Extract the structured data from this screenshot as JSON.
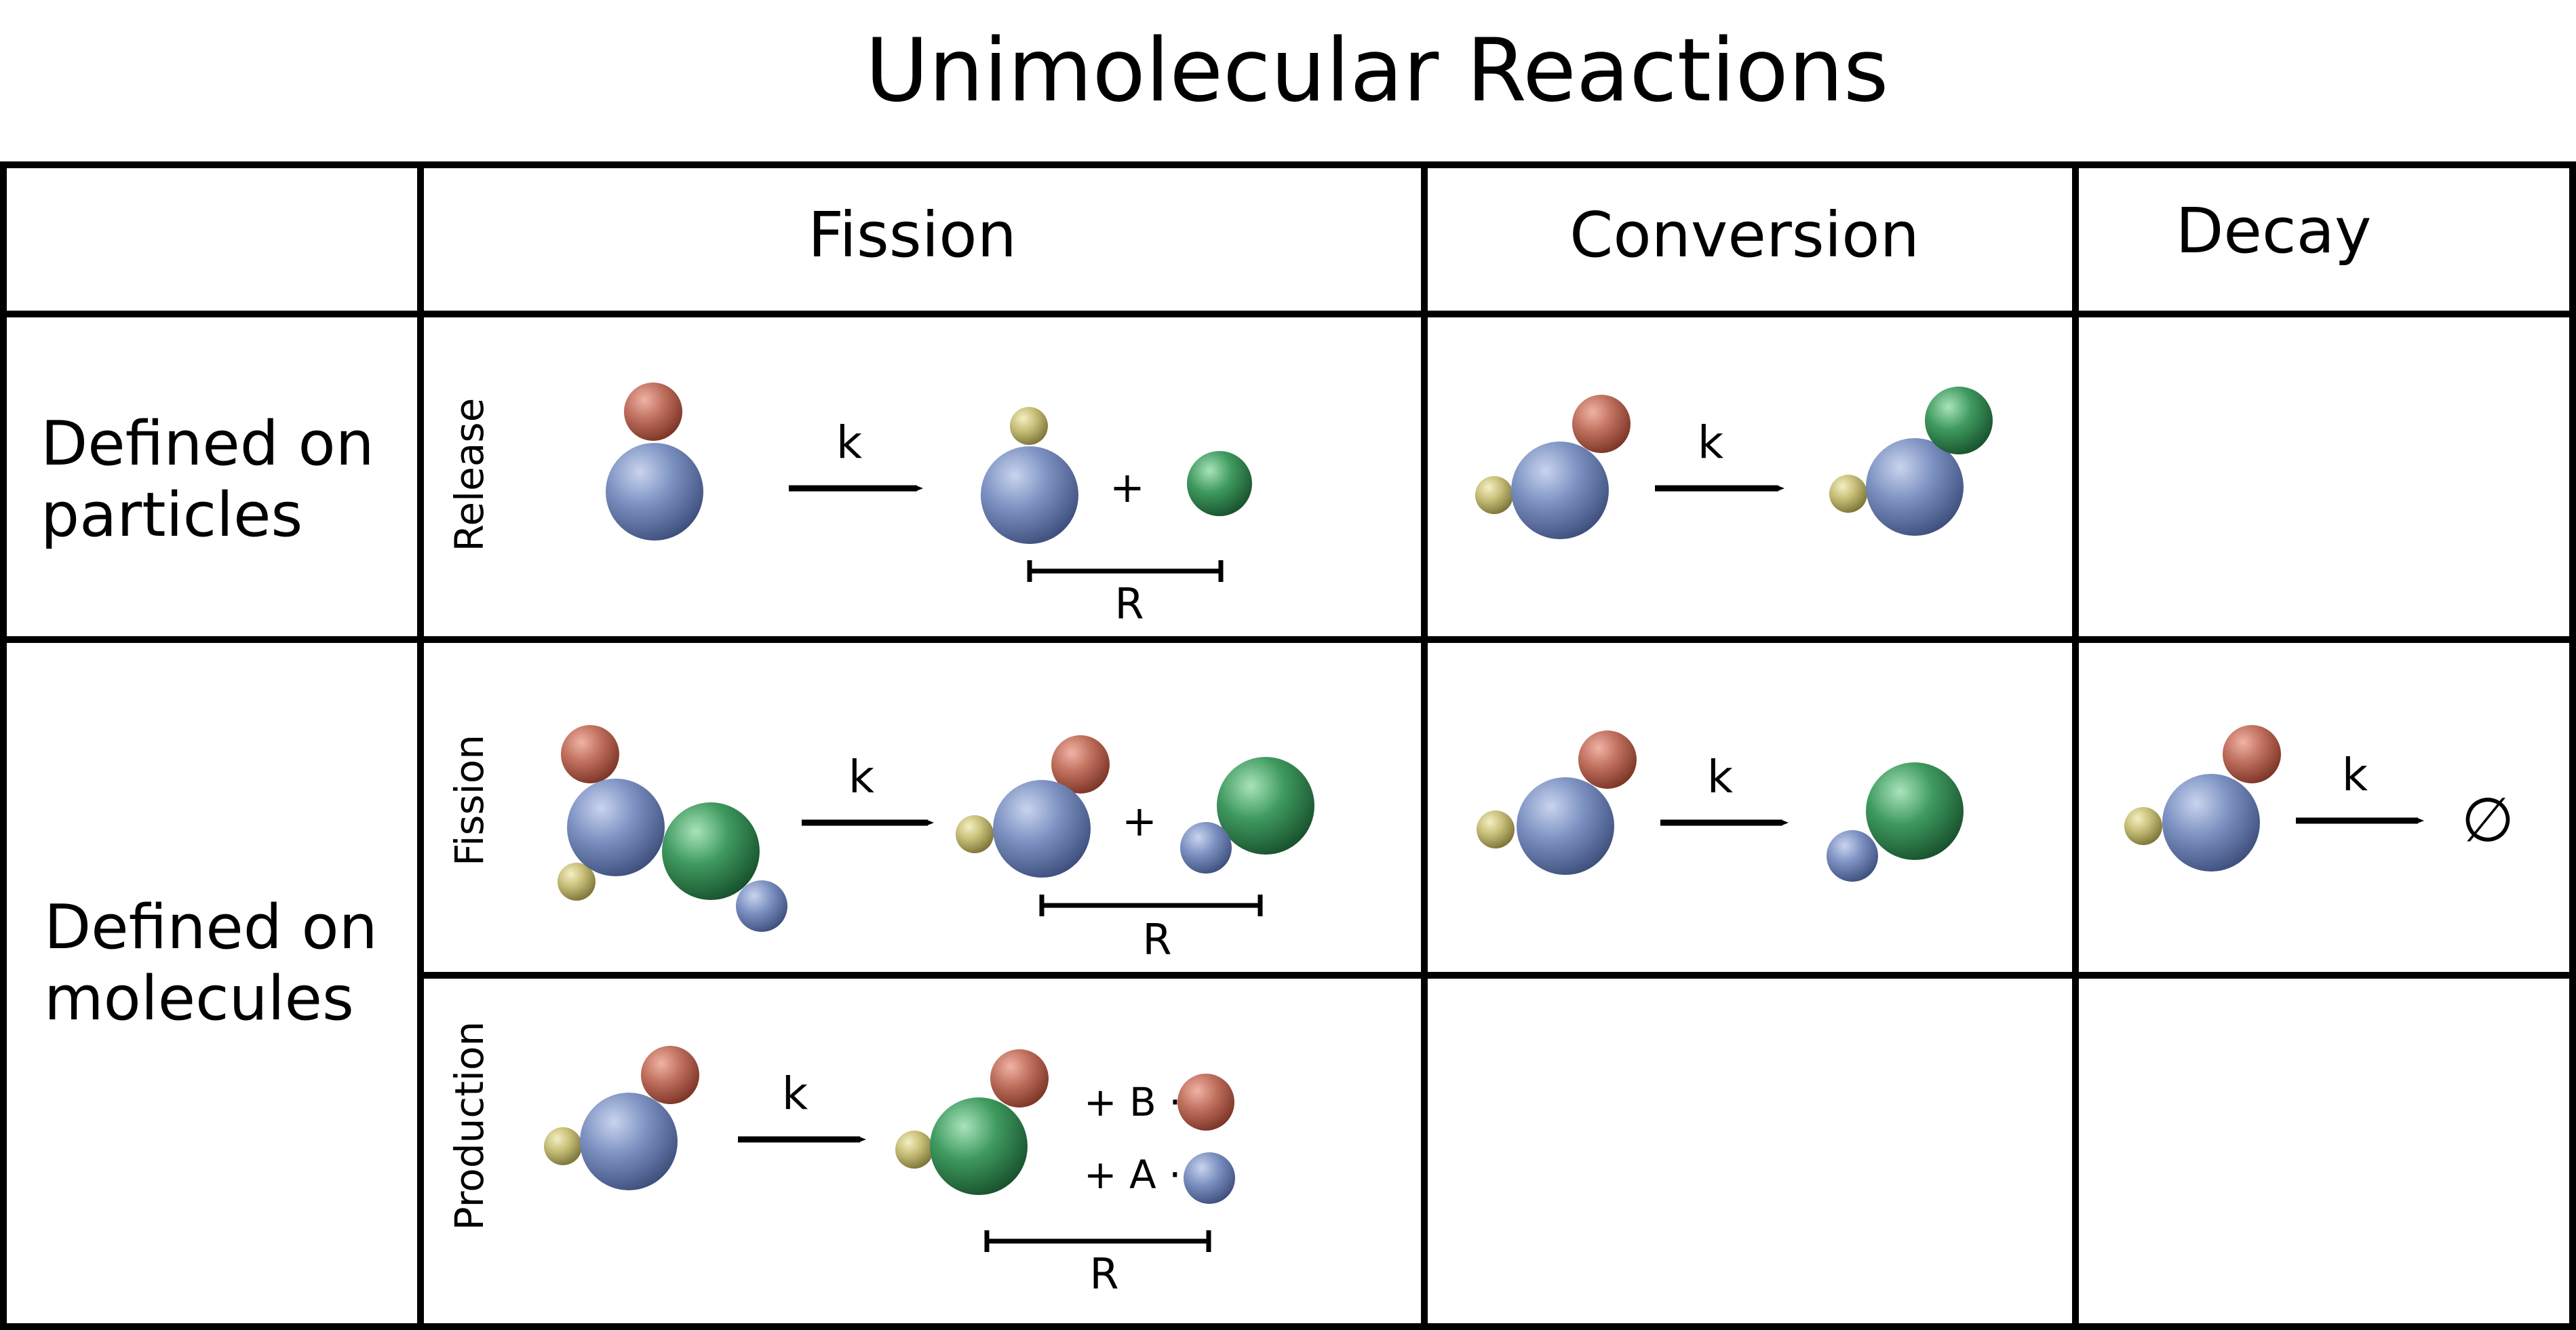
{
  "title": "Unimolecular Reactions",
  "columns": {
    "fission": "Fission",
    "conversion": "Conversion",
    "decay": "Decay"
  },
  "rows": {
    "particles": [
      "Defined on",
      "particles"
    ],
    "molecules": [
      "Defined on",
      "molecules"
    ]
  },
  "subrows": {
    "release": "Release",
    "fission": "Fission",
    "production": "Production"
  },
  "symbols": {
    "rate": "k",
    "distance": "R",
    "plus": "+",
    "empty_set": "∅",
    "plus_b": "+ B ·",
    "plus_a": "+ A ·"
  },
  "colors": {
    "blue": "#7a8fbe",
    "red": "#c0705e",
    "green": "#3f9a5f",
    "yellow": "#c7bf78"
  }
}
